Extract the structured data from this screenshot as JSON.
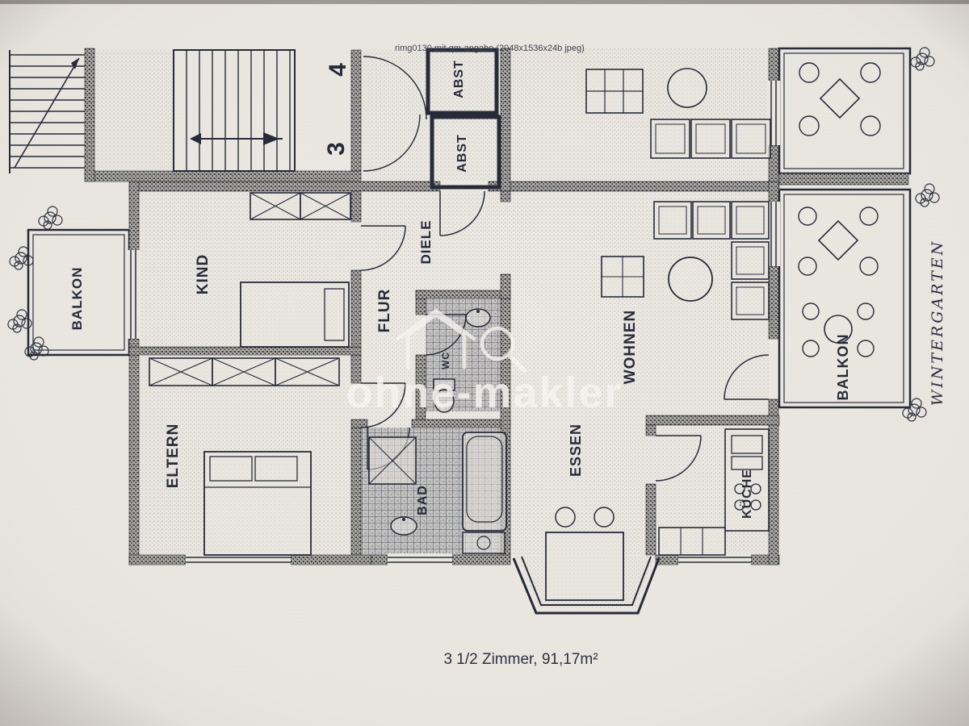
{
  "photo": {
    "annotation": "rimg0130 mit qm-angabe (2048x1536x24b jpeg)",
    "caption": "3 1/2 Zimmer, 91,17m²"
  },
  "watermark": {
    "brand": "ohne-makler"
  },
  "stairwell": {
    "floor_number_top": "4",
    "floor_number_bottom": "3"
  },
  "rooms": {
    "abst_top": "ABST",
    "abst_mid": "ABST",
    "diele": "DIELE",
    "flur": "FLUR",
    "kind": "KIND",
    "eltern": "ELTERN",
    "wc": "WC",
    "bad": "BAD",
    "essen": "ESSEN",
    "wohnen": "WOHNEN",
    "kueche": "KÜCHE",
    "balkon_left": "BALKON",
    "balkon_right": "BALKON",
    "wintergarten": "WINTERGARTEN"
  },
  "colors": {
    "paper": "#e9e6e0",
    "ink": "#262b38",
    "watermark": "#f5f4f0"
  }
}
